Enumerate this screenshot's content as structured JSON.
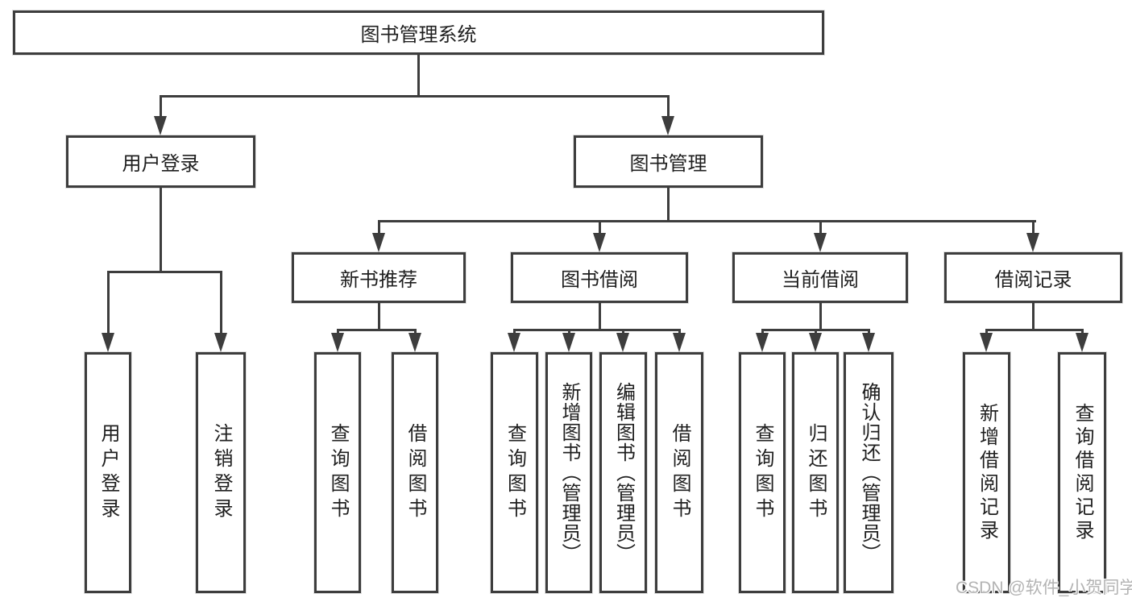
{
  "tree": {
    "root": {
      "label": "图书管理系统"
    },
    "branches": [
      {
        "label": "用户登录",
        "children": [
          {
            "label": "用户登录"
          },
          {
            "label": "注销登录"
          }
        ]
      },
      {
        "label": "图书管理",
        "children": [
          {
            "label": "新书推荐",
            "children": [
              {
                "label": "查询图书"
              },
              {
                "label": "借阅图书"
              }
            ]
          },
          {
            "label": "图书借阅",
            "children": [
              {
                "label": "查询图书"
              },
              {
                "label": "新增图书（管理员）"
              },
              {
                "label": "编辑图书（管理员）"
              },
              {
                "label": "借阅图书"
              }
            ]
          },
          {
            "label": "当前借阅",
            "children": [
              {
                "label": "查询图书"
              },
              {
                "label": "归还图书"
              },
              {
                "label": "确认归还（管理员）"
              }
            ]
          },
          {
            "label": "借阅记录",
            "children": [
              {
                "label": "新增借阅记录"
              },
              {
                "label": "查询借阅记录"
              }
            ]
          }
        ]
      }
    ]
  },
  "watermark": {
    "text": "CSDN @软件_小贺同学"
  },
  "colors": {
    "line": "#3d3d3d",
    "text": "#1f1f1f",
    "watermark": "#b3b3b3",
    "background": "#ffffff"
  }
}
